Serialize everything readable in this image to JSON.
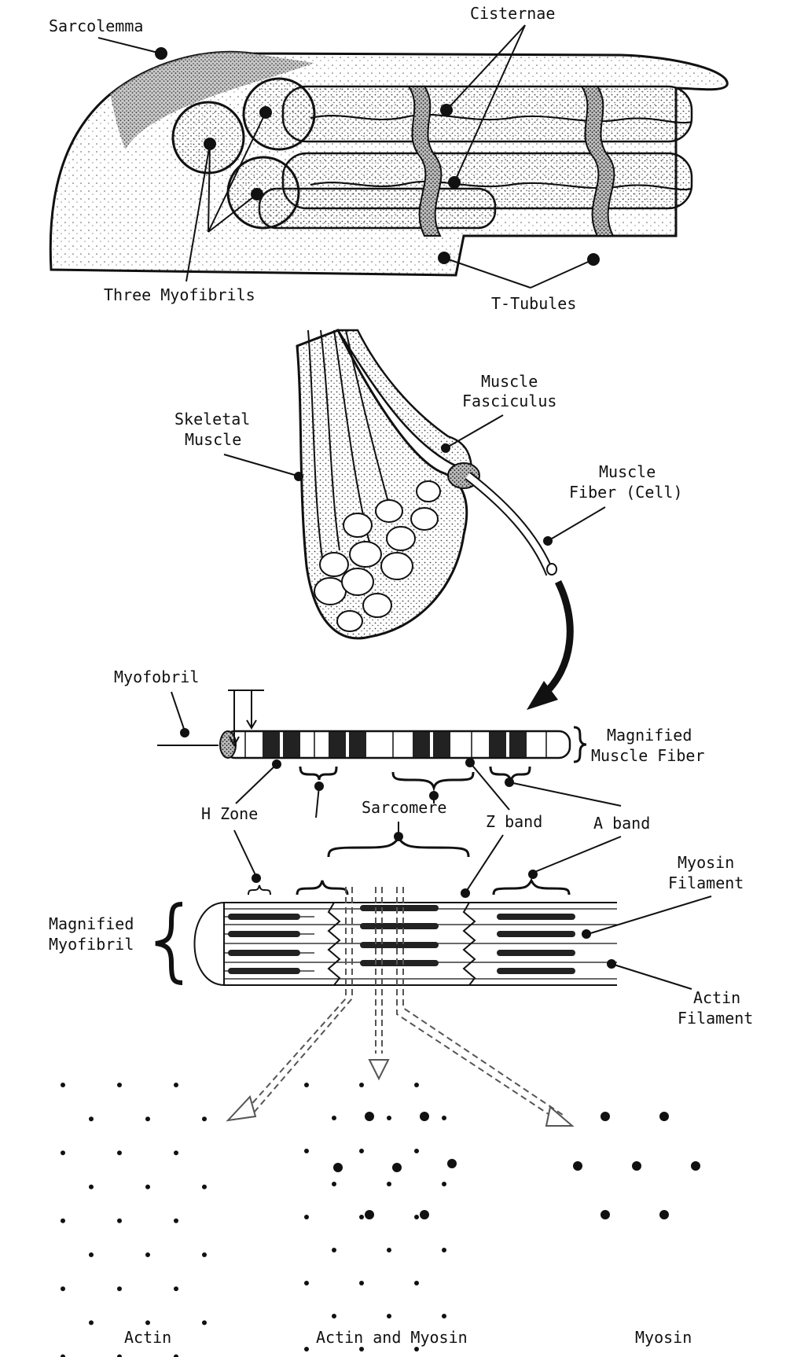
{
  "labels": {
    "sarcolemma": "Sarcolemma",
    "cisternae": "Cisternae",
    "three_myofibrils": "Three Myofibrils",
    "t_tubules": "T-Tubules",
    "muscle_fasciculus_1": "Muscle",
    "muscle_fasciculus_2": "Fasciculus",
    "skeletal_muscle_1": "Skeletal",
    "skeletal_muscle_2": "Muscle",
    "muscle_fiber_1": "Muscle",
    "muscle_fiber_2": "Fiber (Cell)",
    "myofobril": "Myofobril",
    "magnified_muscle_fiber_1": "Magnified",
    "magnified_muscle_fiber_2": "Muscle Fiber",
    "h_zone": "H Zone",
    "sarcomere": "Sarcomere",
    "z_band": "Z band",
    "a_band": "A band",
    "myosin_filament_1": "Myosin",
    "myosin_filament_2": "Filament",
    "magnified_myofibril_1": "Magnified",
    "magnified_myofibril_2": "Myofibril",
    "actin_filament_1": "Actin",
    "actin_filament_2": "Filament",
    "cross_actin": "Actin",
    "cross_actin_myosin": "Actin and Myosin",
    "cross_myosin": "Myosin"
  },
  "colors": {
    "ink": "#111111",
    "stipple": "#555555",
    "paper": "#ffffff"
  }
}
